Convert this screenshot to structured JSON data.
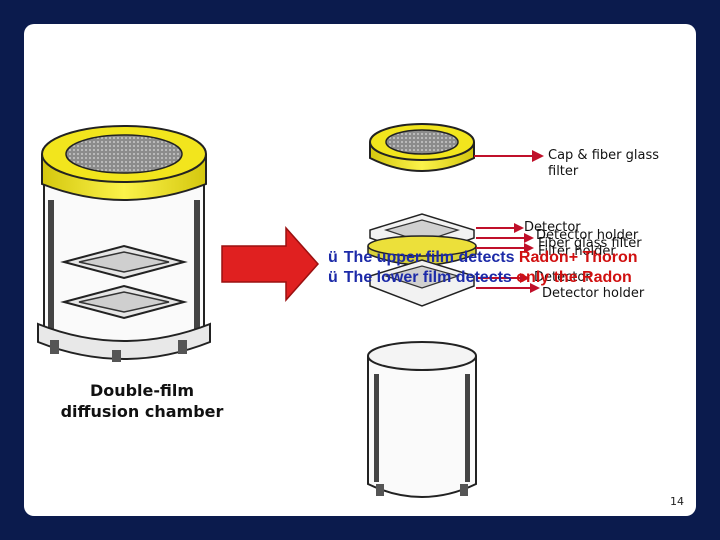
{
  "labels": {
    "cap_filter": "Cap & fiber glass filter",
    "detector_top": "Detector",
    "detector_holder_top": "Detector holder",
    "fiber_glass_filter": "Fiber glass filter",
    "filter_holder": "Filter holder",
    "detector_bottom": "Detector",
    "detector_holder_bottom": "Detector holder"
  },
  "bullets": [
    {
      "mark": "ü",
      "prefix": "The upper film detects ",
      "highlight": "Radon+ Thoron"
    },
    {
      "mark": "ü",
      "prefix": "The lower film detects ",
      "highlight": "only the Radon"
    }
  ],
  "chamber_label": "Double-film diffusion chamber",
  "page_number": "14",
  "colors": {
    "frame": "#0b1b4d",
    "cap_yellow": "#f2e51d",
    "arrow_red": "#e02020",
    "bullet_blue": "#1c2aa8",
    "bullet_red": "#d01010"
  },
  "icons": [
    "big-red-arrow-icon",
    "pointer-arrow-icon"
  ]
}
